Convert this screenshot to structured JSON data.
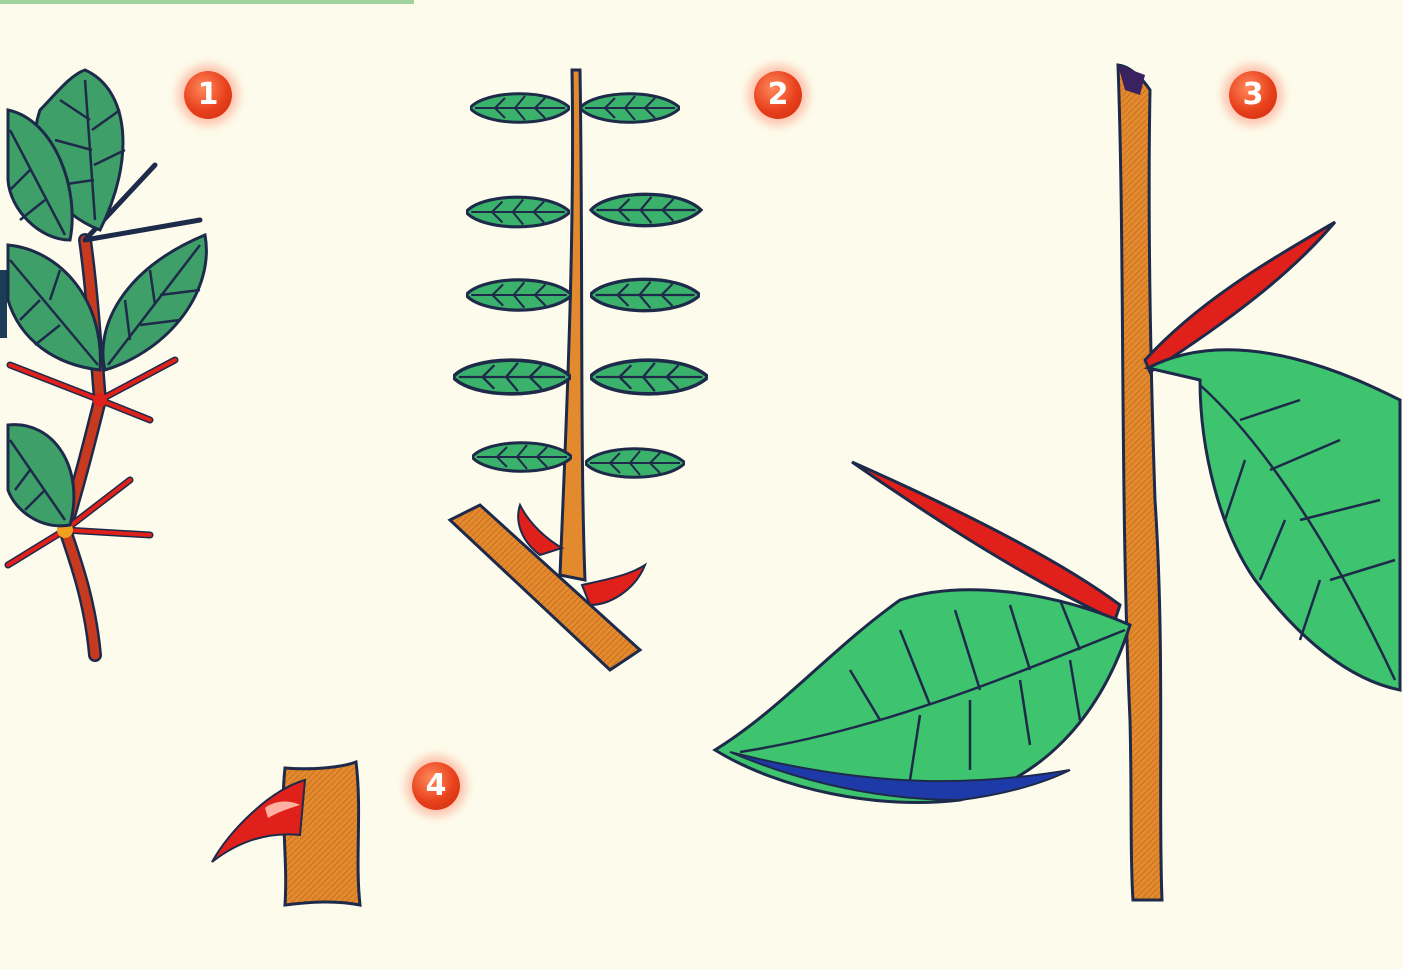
{
  "figure": {
    "labels": [
      "1",
      "2",
      "3",
      "4"
    ]
  },
  "colors": {
    "background": "#fdfcec",
    "leaf": "#3fb56a",
    "vein": "#1e2a4a",
    "stem": "#e0892e",
    "thorn": "#e0201a"
  }
}
